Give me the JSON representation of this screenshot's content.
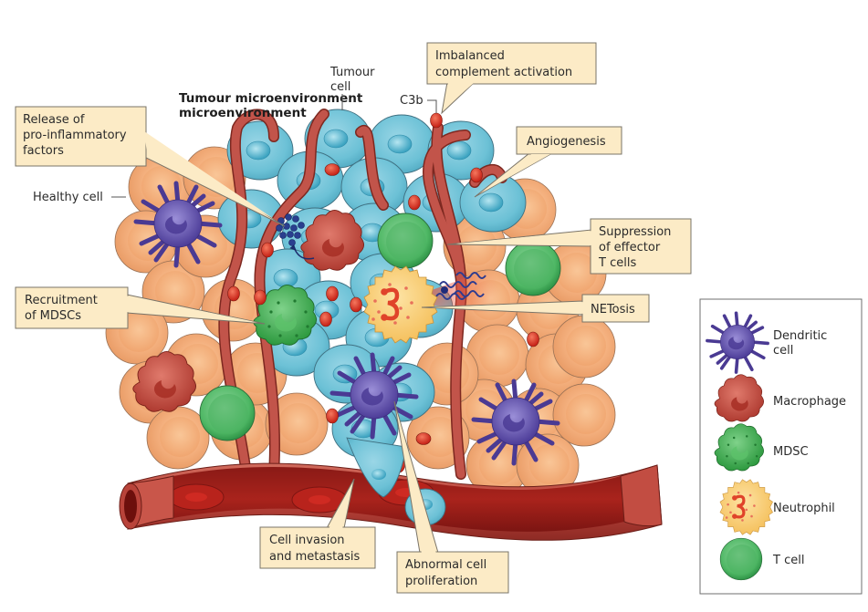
{
  "title": "Tumour microenvironment",
  "labels": {
    "tumour_cell": [
      "Tumour",
      "cell"
    ],
    "c3b": "C3b",
    "healthy_cell": "Healthy cell"
  },
  "callouts": {
    "pro_inflammatory": [
      "Release of",
      "pro-inflammatory",
      "factors"
    ],
    "complement": [
      "Imbalanced",
      "complement activation"
    ],
    "angiogenesis": [
      "Angiogenesis"
    ],
    "suppression": [
      "Suppression",
      "of effector",
      "T cells"
    ],
    "mdsc_recruitment": [
      "Recruitment",
      "of MDSCs"
    ],
    "netosis": [
      "NETosis"
    ],
    "invasion": [
      "Cell invasion",
      "and metastasis"
    ],
    "proliferation": [
      "Abnormal cell",
      "proliferation"
    ]
  },
  "legend": {
    "items": [
      {
        "name": "dendritic",
        "label": [
          "Dendritic",
          "cell"
        ],
        "icon": "dendritic-cell-icon"
      },
      {
        "name": "macrophage",
        "label": [
          "Macrophage"
        ],
        "icon": "macrophage-icon"
      },
      {
        "name": "mdsc",
        "label": [
          "MDSC"
        ],
        "icon": "mdsc-icon"
      },
      {
        "name": "neutrophil",
        "label": [
          "Neutrophil"
        ],
        "icon": "neutrophil-icon"
      },
      {
        "name": "tcell",
        "label": [
          "T cell"
        ],
        "icon": "t-cell-icon"
      }
    ]
  },
  "colors": {
    "healthy_cell": "#f4b07e",
    "tumour_cell": "#6cc1d6",
    "vessel": "#b9433a",
    "dendritic": "#5b4aa6",
    "macrophage": "#c0483c",
    "mdsc": "#3aa84a",
    "neutrophil": "#f8cd6e",
    "tcell": "#4fb865",
    "c3b": "#d93a22",
    "callout_fill": "#fcebc6"
  }
}
